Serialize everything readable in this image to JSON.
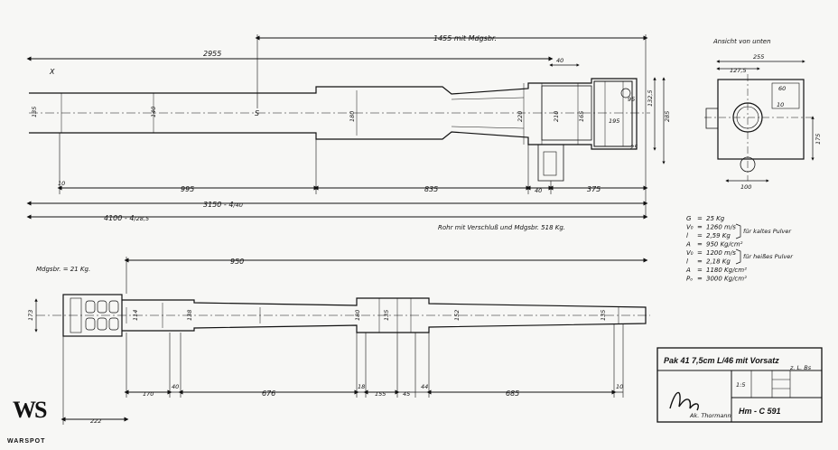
{
  "top_view": {
    "title_bottom_view": "Ansicht von unten",
    "weight_note": "Rohr mit Verschluß und Mdgsbr. 518 Kg.",
    "section_mark": "S",
    "cross_mark": "X",
    "dims": {
      "d1455": "1455 mit Mdgsbr.",
      "d2955": "2955",
      "d40": "40",
      "d10": "10",
      "d995": "995",
      "d835": "835",
      "d40b": "40",
      "d375": "375",
      "d3150": "3150 - 4",
      "d3150_sub": "/40",
      "d4100": "4100 - 4",
      "d4100_sub": "/28,5",
      "d255": "255",
      "d127": "127,5",
      "d100": "100",
      "d175": "175",
      "d285": "285",
      "d1325": "132,5",
      "d195": "195",
      "d95": "95",
      "d25": "25",
      "d10b": "10",
      "d60": "60",
      "d135a": "135",
      "d140a": "140",
      "d180": "180",
      "d220": "220",
      "d210": "210",
      "d165": "165"
    }
  },
  "bottom_view": {
    "weight_note": "Mdgsbr. = 21 Kg.",
    "dims": {
      "d950": "950",
      "d170": "170",
      "d40": "40",
      "d676": "676",
      "d18": "18",
      "d155": "155",
      "d45": "45",
      "d44": "44",
      "d685": "685",
      "d10": "10",
      "d222": "222",
      "d173": "173",
      "d114": "114",
      "d138": "138",
      "d180": "180",
      "d135": "135",
      "d152": "152",
      "d135b": "135"
    }
  },
  "specs": [
    {
      "sym": "G",
      "val": "25 Kg"
    },
    {
      "sym": "V₀",
      "val": "1260 m/s"
    },
    {
      "sym": "l",
      "val": "2,59 Kg"
    },
    {
      "sym": "A",
      "val": "950 Kg/cm²"
    },
    {
      "sym": "V₀",
      "val": "1200 m/s"
    },
    {
      "sym": "l",
      "val": "2,18 Kg"
    },
    {
      "sym": "A",
      "val": "1180 Kg/cm²"
    },
    {
      "sym": "Pₒ",
      "val": "3000 Kg/cm²"
    }
  ],
  "spec_notes": {
    "cold": "für kaltes Pulver",
    "hot": "für heißes Pulver"
  },
  "title_block": {
    "title": "Pak 41 7,5cm L/46 mit Vorsatz",
    "subtitle": "z. L. Bs",
    "scale": "1:5",
    "drawing_no": "Hm - C 591",
    "signer": "Ak. Thormann"
  },
  "watermark": {
    "logo": "WS",
    "name": "WARSPOT"
  },
  "colors": {
    "paper": "#f7f7f5",
    "ink": "#111111"
  }
}
